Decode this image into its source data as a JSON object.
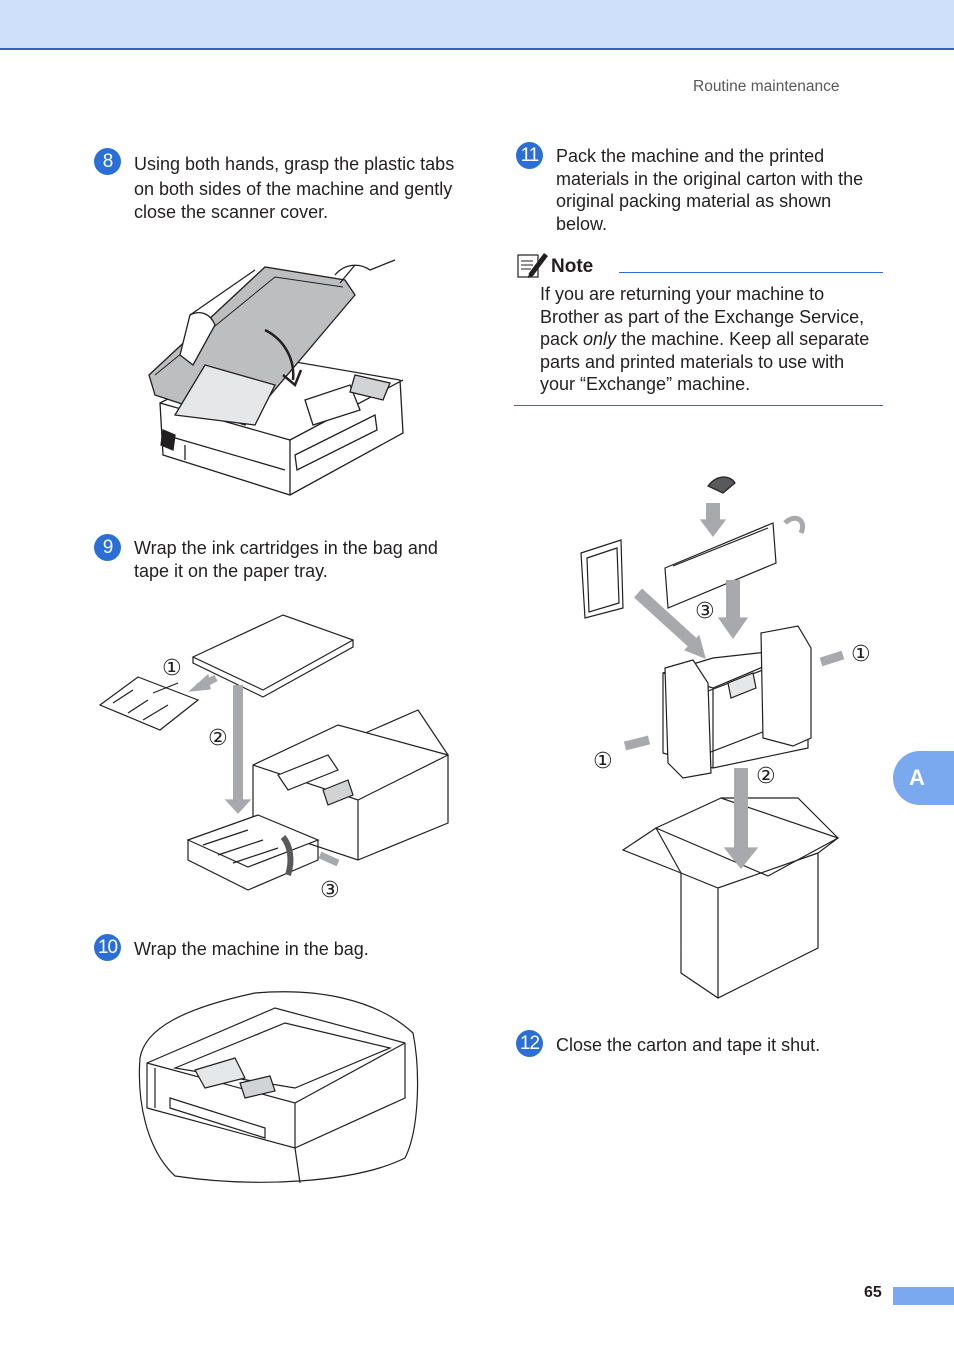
{
  "header": {
    "section_title": "Routine maintenance"
  },
  "steps": [
    {
      "number": "8",
      "text_line1": "Using both hands, grasp the plastic tabs",
      "text_line2": "on both sides of the machine and gently",
      "text_line3": "close the scanner cover."
    },
    {
      "number": "9",
      "text_line1": "Wrap the ink cartridges in the bag and",
      "text_line2": "tape it on the paper tray."
    },
    {
      "number": "10",
      "text_line1": "Wrap the machine in the bag."
    },
    {
      "number": "11",
      "text_line1": "Pack the machine and the printed",
      "text_line2": "materials in the original carton with the",
      "text_line3": "original packing material as shown",
      "text_line4": "below."
    },
    {
      "number": "12",
      "text_line1": "Close the carton and tape it shut."
    }
  ],
  "note": {
    "title": "Note",
    "line1": "If you are returning your machine to",
    "line2": "Brother as part of the Exchange Service,",
    "line3_before": "pack ",
    "line3_emphasis": "only",
    "line3_after": " the machine. Keep all separate",
    "line4": "parts and printed materials to use with",
    "line5": "your “Exchange” machine."
  },
  "callouts": {
    "c1": "①",
    "c2": "②",
    "c3": "③"
  },
  "appendix_tab": "A",
  "footer": {
    "page_number": "65"
  }
}
